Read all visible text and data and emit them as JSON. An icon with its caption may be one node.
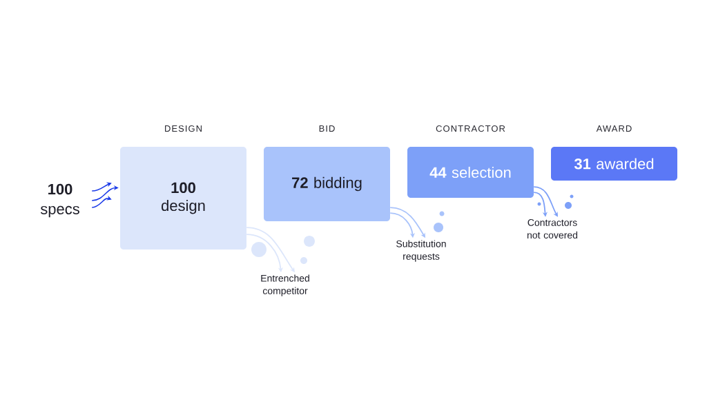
{
  "diagram": {
    "nodes": [
      {
        "text": [
          "**100** specs"
        ]
      },
      {
        "text": [
          "DESIGN",
          "**100** design"
        ]
      },
      {
        "text": [
          "BID",
          "**72** bidding"
        ]
      },
      {
        "text": [
          "CONTRACTOR",
          "**44** selection"
        ]
      },
      {
        "text": [
          "AWARD",
          "**31** awarded"
        ]
      },
      {
        "text": [
          "Entrenched competitor"
        ]
      },
      {
        "text": [
          "Substitution requests"
        ]
      },
      {
        "text": [
          "Contractors not covered"
        ]
      }
    ],
    "edges": [
      {
        "from": 0,
        "to": 1,
        "arrow": "to",
        "color": "#1a3ae8"
      },
      {
        "from": 0,
        "to": 1,
        "arrow": "to",
        "color": "#1a3ae8"
      },
      {
        "from": 0,
        "to": 1,
        "arrow": "to",
        "color": "#1a3ae8"
      },
      {
        "from": 1,
        "to": 5,
        "arrow": "to",
        "color": "#dce6fb"
      },
      {
        "from": 1,
        "to": 5,
        "arrow": "to",
        "color": "#dce6fb"
      },
      {
        "from": 2,
        "to": 6,
        "arrow": "to",
        "color": "#a9c3fb"
      },
      {
        "from": 2,
        "to": 6,
        "arrow": "to",
        "color": "#a9c3fb"
      },
      {
        "from": 3,
        "to": 7,
        "arrow": "to",
        "color": "#7da0f8"
      },
      {
        "from": 3,
        "to": 7,
        "arrow": "to",
        "color": "#7da0f8"
      }
    ]
  }
}
